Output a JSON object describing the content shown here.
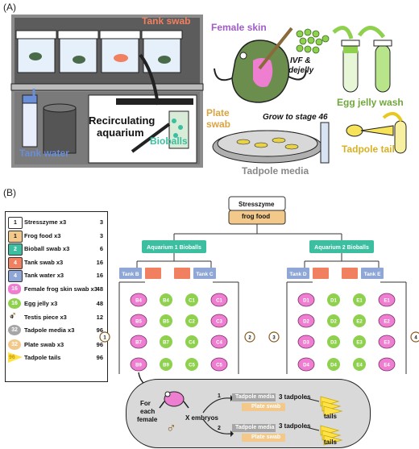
{
  "panel_a": {
    "label": "(A)",
    "tank_swab": "Tank swab",
    "female_skin": "Female skin",
    "ivf": "IVF &",
    "dejelly": "dejelly",
    "recirculating_1": "Recirculating",
    "recirculating_2": "aquarium",
    "bioballs": "Bioballs",
    "tank_water": "Tank water",
    "plate_1": "Plate",
    "plate_2": "swab",
    "grow": "Grow to stage 46",
    "egg_jelly_wash": "Egg jelly wash",
    "tadpole_tail": "Tadpole tail",
    "tadpole_media": "Tadpole media"
  },
  "panel_b": {
    "label": "(B)",
    "legend": [
      {
        "icon": "1",
        "name": "Stresszyme x3",
        "count": "3"
      },
      {
        "icon": "1",
        "name": "Frog food x3",
        "count": "3"
      },
      {
        "icon": "2",
        "name": "Bioball swab x3",
        "count": "6"
      },
      {
        "icon": "4",
        "name": "Tank swab x3",
        "count": "16"
      },
      {
        "icon": "4",
        "name": "Tank water x3",
        "count": "16"
      },
      {
        "icon": "16",
        "name": "Female frog skin swab x3",
        "count": "48"
      },
      {
        "icon": "16",
        "name": "Egg jelly x3",
        "count": "48"
      },
      {
        "icon": "4",
        "name": "Testis piece x3",
        "count": "12"
      },
      {
        "icon": "32",
        "name": "Tadpole media x3",
        "count": "96"
      },
      {
        "icon": "32",
        "name": "Plate swab x3",
        "count": "96"
      },
      {
        "icon": "96",
        "name": "Tadpole tails",
        "count": "96"
      }
    ],
    "stresszyme": "Stresszyme",
    "frog_food": "frog food",
    "aquarium1": "Aquarium 1 Bioballs",
    "aquarium2": "Aquarium 2 Bioballs",
    "tanks": [
      "Tank B",
      "Tank C",
      "Tank D",
      "Tank E"
    ],
    "frogs_b": [
      "B4",
      "B5",
      "B7",
      "B9"
    ],
    "eggs_b": [
      "B4",
      "B5",
      "B7",
      "B9"
    ],
    "eggs_c": [
      "C1",
      "C2",
      "C4",
      "C5"
    ],
    "frogs_c": [
      "C1",
      "C3",
      "C4",
      "C5"
    ],
    "frogs_d": [
      "D1",
      "D2",
      "D3",
      "D4"
    ],
    "eggs_d": [
      "D1",
      "D2",
      "D3",
      "D4"
    ],
    "eggs_e": [
      "E1",
      "E2",
      "E3",
      "E4"
    ],
    "frogs_e": [
      "E1",
      "E2",
      "E3",
      "E4"
    ],
    "males": [
      "1",
      "2",
      "3",
      "4"
    ],
    "for_each_1": "For",
    "for_each_2": "each",
    "for_each_3": "female",
    "x_embryos": "X embryos",
    "branch_1": "1",
    "branch_2": "2",
    "tadpole_media_bar": "Tadpole media",
    "plate_swab_bar": "Plate swab",
    "three_tadpoles": "3 tadpoles",
    "tails": "tails"
  },
  "colors": {
    "green": "#8fd14f",
    "teal": "#3cbfa0",
    "blue": "#8ea7d6",
    "orange": "#f08060",
    "pink": "#ee7fd0",
    "gray": "#a6a6a6",
    "tan": "#f2c98a",
    "yellow": "#ffe24a"
  }
}
